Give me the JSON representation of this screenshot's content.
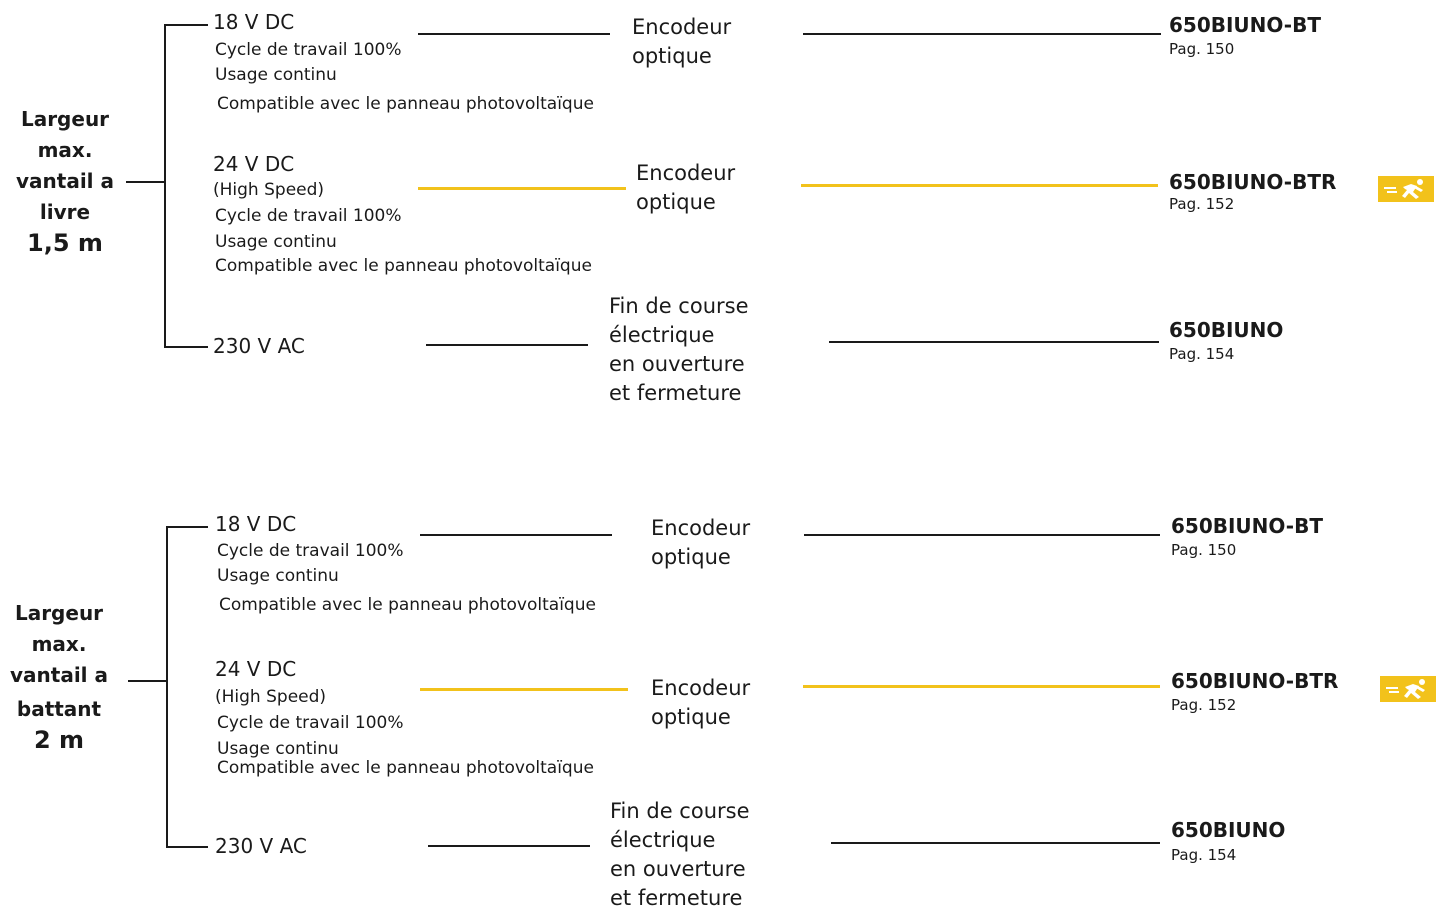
{
  "colors": {
    "accent": "#f2c21b",
    "line": "#1a1a1a",
    "text": "#1a1a1a"
  },
  "groups": [
    {
      "header": {
        "lines": [
          "Largeur",
          "max.",
          "vantail a",
          "livre"
        ],
        "size": "1,5 m"
      },
      "rows": [
        {
          "voltage": "18 V DC",
          "details": [
            "Cycle de travail 100%",
            "Usage continu",
            "Compatible avec le panneau photovoltaïque"
          ],
          "function": [
            "Encodeur",
            "optique"
          ],
          "product": "650BIUNO-BT",
          "page": "Pag. 150",
          "highlight": false
        },
        {
          "voltage": "24 V DC",
          "details": [
            "(High Speed)",
            "Cycle de travail 100%",
            "Usage continu",
            "Compatible avec le panneau photovoltaïque"
          ],
          "function": [
            "Encodeur",
            "optique"
          ],
          "product": "650BIUNO-BTR",
          "page": "Pag. 152",
          "highlight": true,
          "badge_icon": "running-man-icon"
        },
        {
          "voltage": "230 V AC",
          "details": [],
          "function": [
            "Fin de course",
            "électrique",
            "en ouverture",
            "et fermeture"
          ],
          "product": "650BIUNO",
          "page": "Pag. 154",
          "highlight": false
        }
      ]
    },
    {
      "header": {
        "lines": [
          "Largeur",
          "max.",
          "vantail a",
          "battant"
        ],
        "size": "2 m"
      },
      "rows": [
        {
          "voltage": "18 V DC",
          "details": [
            "Cycle de travail 100%",
            "Usage continu",
            "Compatible avec le panneau photovoltaïque"
          ],
          "function": [
            "Encodeur",
            "optique"
          ],
          "product": "650BIUNO-BT",
          "page": "Pag. 150",
          "highlight": false
        },
        {
          "voltage": "24 V DC",
          "details": [
            "(High Speed)",
            "Cycle de travail 100%",
            "Usage continu",
            "Compatible avec le panneau photovoltaïque"
          ],
          "function": [
            "Encodeur",
            "optique"
          ],
          "product": "650BIUNO-BTR",
          "page": "Pag. 152",
          "highlight": true,
          "badge_icon": "running-man-icon"
        },
        {
          "voltage": "230 V AC",
          "details": [],
          "function": [
            "Fin de course",
            "électrique",
            "en ouverture",
            "et fermeture"
          ],
          "product": "650BIUNO",
          "page": "Pag. 154",
          "highlight": false
        }
      ]
    }
  ]
}
